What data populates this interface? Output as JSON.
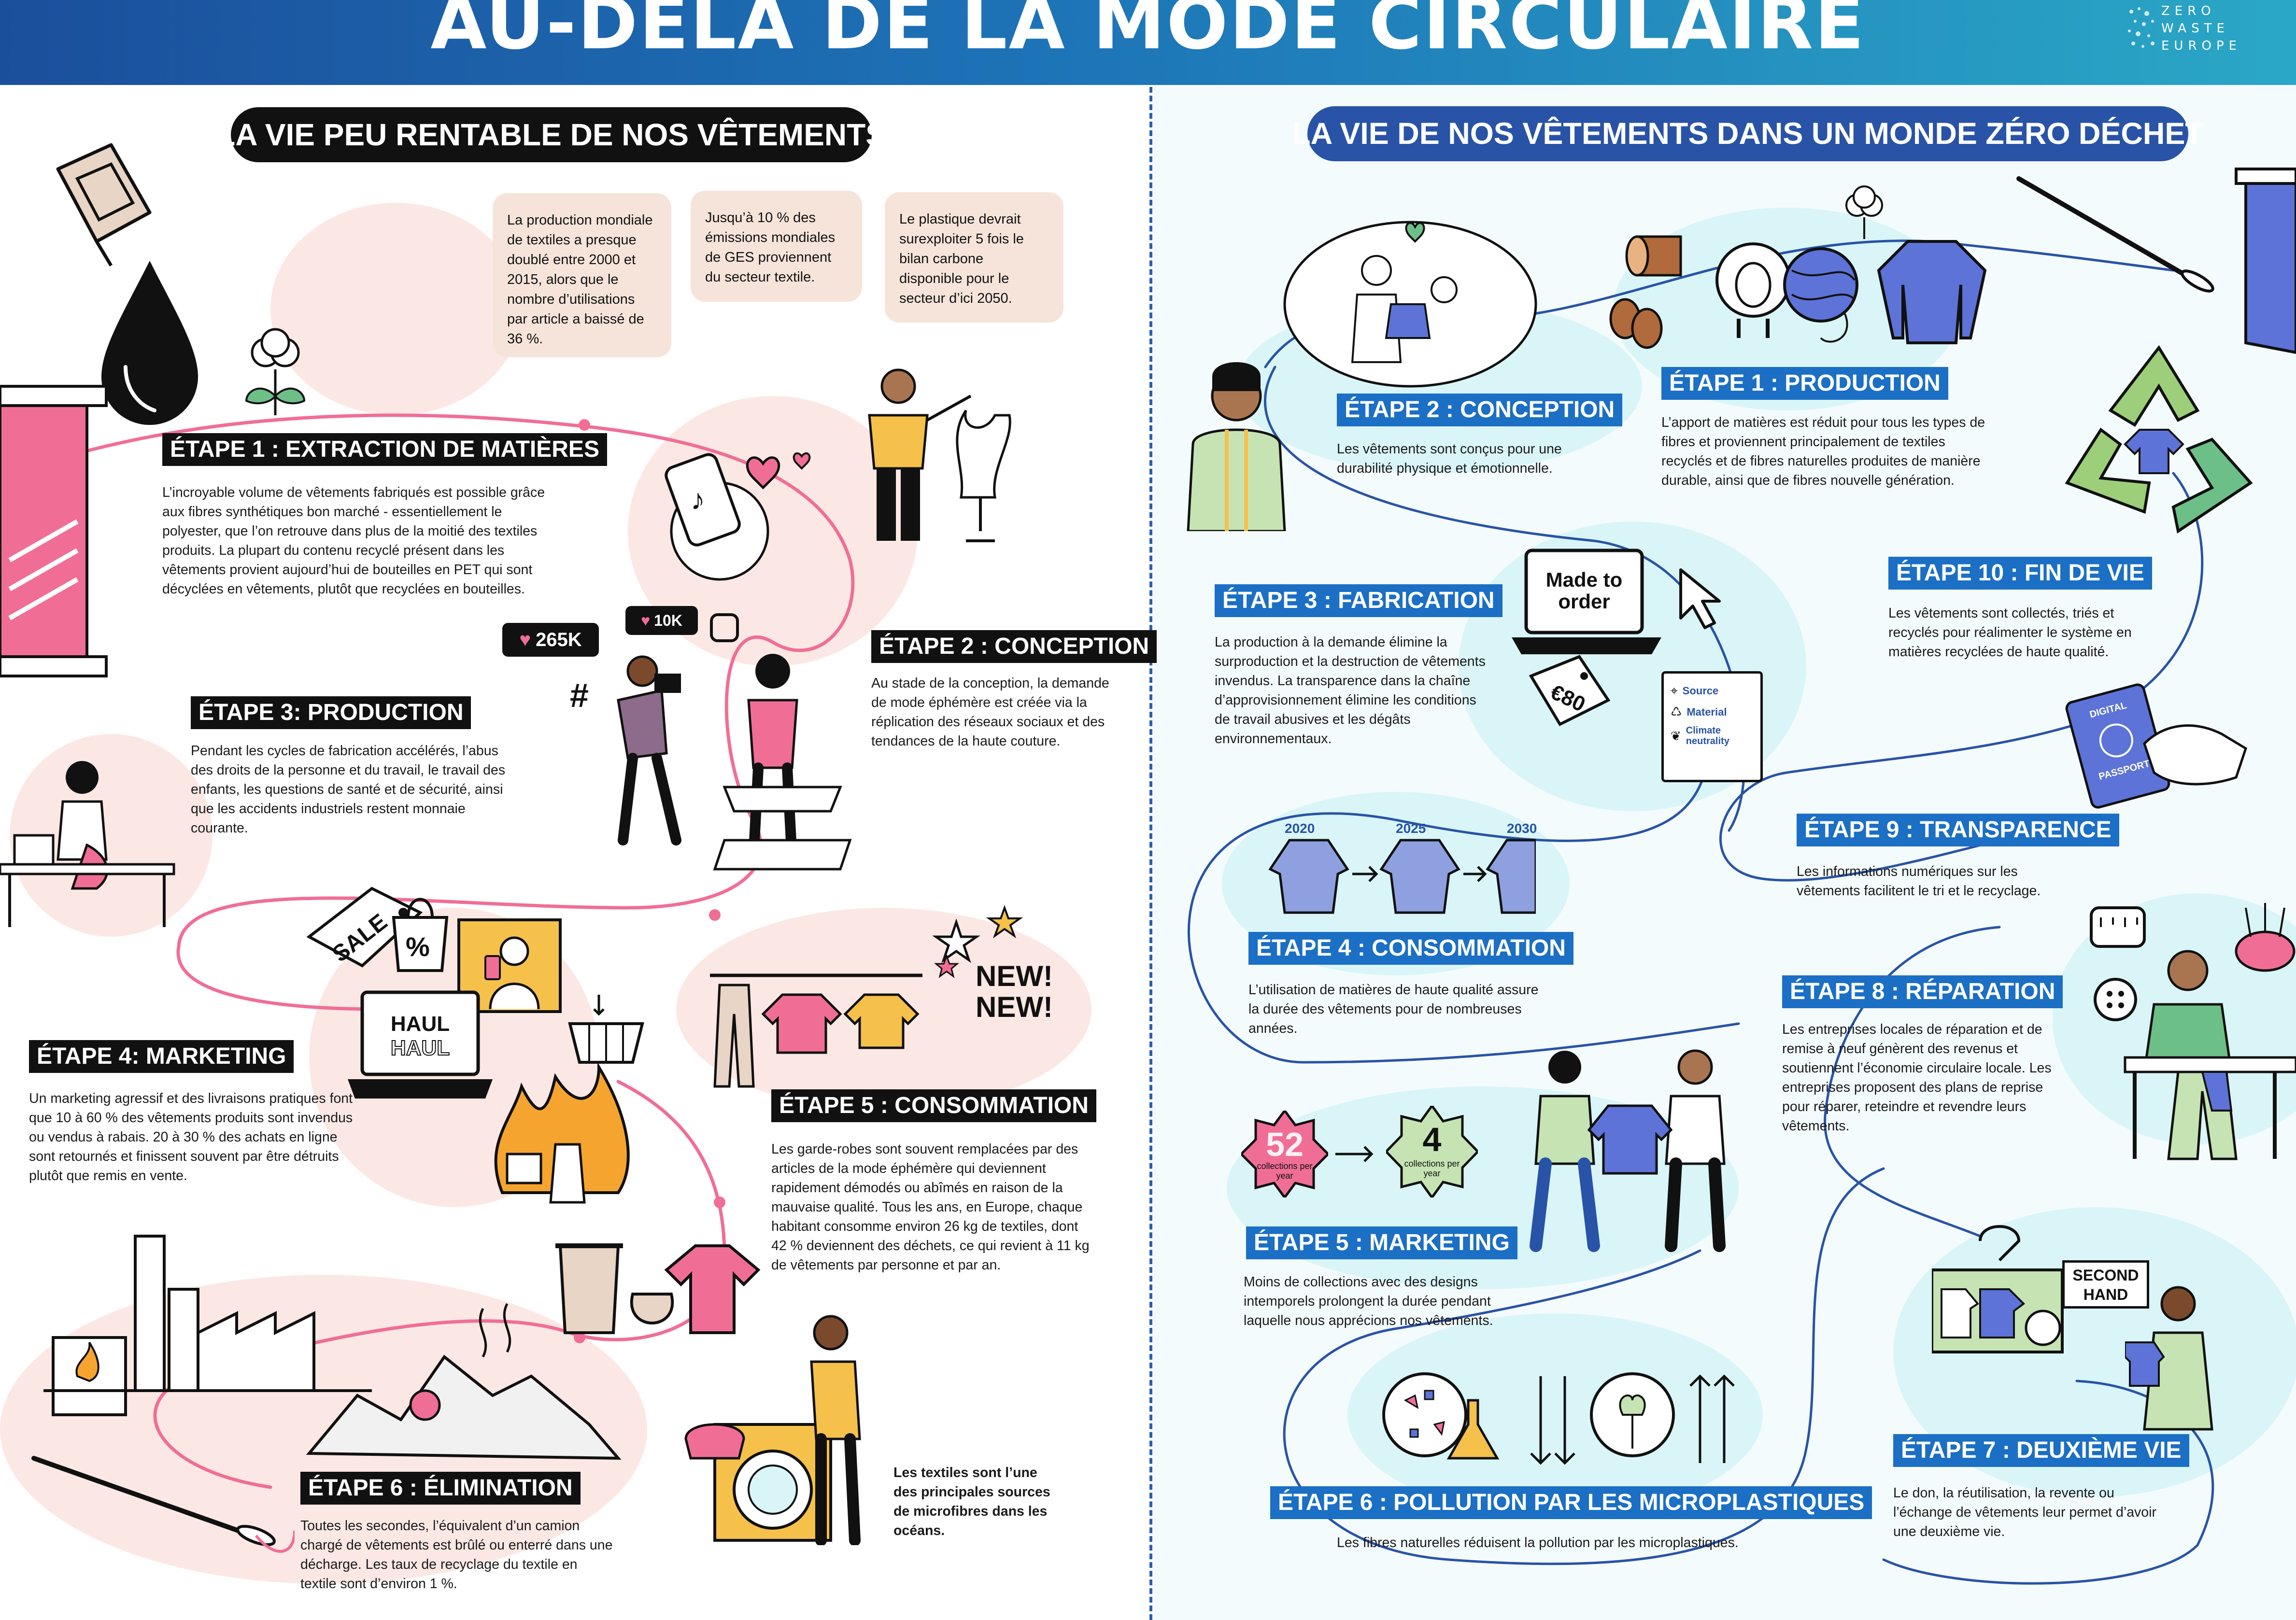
{
  "title": "AU-DELÀ DE LA MODE CIRCULAIRE",
  "logo": {
    "lines": [
      "ZERO",
      "WASTE",
      "EUROPE"
    ]
  },
  "colors": {
    "left_accent": "#f06e96",
    "right_accent": "#2853a6",
    "label_blue": "#1b6fc4",
    "banner": "#1d73b7"
  },
  "left": {
    "heading": "LA VIE PEU RENTABLE DE NOS VÊTEMENTS",
    "stats": [
      "La production mondiale de textiles a presque doublé entre 2000 et 2015, alors que le nombre d’utilisations par article a baissé de 36 %.",
      "Jusqu’à 10 % des émissions mondiales de GES proviennent du secteur textile.",
      "Le plastique devrait surexploiter 5 fois le bilan carbone disponible pour le secteur d’ici 2050."
    ],
    "stages": [
      {
        "label": "ÉTAPE 1 : EXTRACTION DE MATIÈRES",
        "text": "L’incroyable volume de vêtements fabriqués est possible grâce aux fibres synthétiques bon marché - essentiellement le polyester, que l’on retrouve dans plus de la moitié des textiles produits. La plupart du contenu recyclé présent dans les vêtements provient aujourd’hui de bouteilles en PET qui sont décyclées en vêtements, plutôt que recyclées en bouteilles."
      },
      {
        "label": "ÉTAPE 2 : CONCEPTION",
        "text": "Au stade de la conception, la demande de mode éphémère est créée via la réplication des réseaux sociaux et des tendances de la haute couture."
      },
      {
        "label": "ÉTAPE 3: PRODUCTION",
        "text": "Pendant les cycles de fabrication accélérés, l’abus des droits de la personne et du travail, le travail des enfants, les questions de santé et de sécurité, ainsi que les accidents industriels restent monnaie courante."
      },
      {
        "label": "ÉTAPE 4: MARKETING",
        "text": "Un marketing agressif et des livraisons pratiques font que 10 à 60 % des vêtements produits sont invendus ou vendus à rabais. 20 à 30 % des achats en ligne sont retournés et finissent souvent par être détruits plutôt que remis en vente."
      },
      {
        "label": "ÉTAPE 5 : CONSOMMATION",
        "text": "Les garde-robes sont souvent remplacées par des articles de la mode éphémère qui deviennent rapidement démodés ou abîmés en raison de la mauvaise qualité. Tous les ans, en Europe, chaque habitant consomme environ 26 kg de textiles, dont 42 % deviennent des déchets, ce qui revient à 11 kg de vêtements par personne et par an."
      },
      {
        "label": "ÉTAPE 6 : ÉLIMINATION",
        "text": "Toutes les secondes, l’équivalent d’un camion chargé de vêtements est brûlé ou enterré dans une décharge. Les taux de recyclage du textile en textile sont d’environ 1 %."
      }
    ],
    "microfibres": "Les textiles sont l’une des principales sources de microfibres dans les océans.",
    "social": {
      "likes": "265K",
      "likes2": "10K",
      "hashtag": "#"
    },
    "haul": "HAUL",
    "sale": "SALE",
    "percent": "%",
    "new": "NEW!"
  },
  "right": {
    "heading": "LA VIE DE NOS VÊTEMENTS DANS UN MONDE ZÉRO DÉCHET",
    "stages": [
      {
        "label": "ÉTAPE 1 : PRODUCTION",
        "text": "L’apport de matières est réduit pour tous les types de fibres et proviennent principalement de textiles recyclés et de fibres naturelles produites de manière durable, ainsi que de fibres nouvelle génération."
      },
      {
        "label": "ÉTAPE 2 : CONCEPTION",
        "text": "Les vêtements sont conçus pour une durabilité physique et émotionnelle."
      },
      {
        "label": "ÉTAPE 3 : FABRICATION",
        "text": "La production à la demande élimine la surproduction et la destruction de vêtements invendus. La transparence dans la chaîne d’approvisionnement élimine les conditions de travail abusives et les dégâts environnementaux."
      },
      {
        "label": "ÉTAPE 4 : CONSOMMATION",
        "text": "L’utilisation de matières de haute qualité assure la durée des vêtements pour de nombreuses années."
      },
      {
        "label": "ÉTAPE 5 : MARKETING",
        "text": "Moins de collections avec des designs intemporels prolongent la durée pendant laquelle nous apprécions nos vêtements."
      },
      {
        "label": "ÉTAPE 6 : POLLUTION PAR LES MICROPLASTIQUES",
        "text": "Les fibres naturelles réduisent la pollution par les microplastiques."
      },
      {
        "label": "ÉTAPE 7 : DEUXIÈME VIE",
        "text": "Le don, la réutilisation, la revente ou l’échange de vêtements leur permet d’avoir une deuxième vie."
      },
      {
        "label": "ÉTAPE 8 : RÉPARATION",
        "text": "Les entreprises locales de réparation et de remise à neuf génèrent des revenus et soutiennent l’économie circulaire locale. Les entreprises proposent des plans de reprise pour réparer, reteindre et revendre leurs vêtements."
      },
      {
        "label": "ÉTAPE 9 : TRANSPARENCE",
        "text": "Les informations numériques sur les vêtements facilitent le tri et le recyclage."
      },
      {
        "label": "ÉTAPE 10 : FIN DE VIE",
        "text": "Les vêtements sont collectés, triés et recyclés pour réalimenter le système en matières recyclées de haute qualité."
      }
    ],
    "made_to_order": [
      "Made to",
      "order"
    ],
    "price_tag": "€80",
    "passport_items": [
      "Source",
      "Material",
      "Climate neutrality"
    ],
    "years": [
      "2020",
      "2025",
      "2030"
    ],
    "collections": [
      {
        "count": "52",
        "unit": "collections per year"
      },
      {
        "count": "4",
        "unit": "collections per year"
      }
    ],
    "second_hand": [
      "SECOND",
      "HAND"
    ],
    "passport": {
      "digital": "DIGITAL",
      "passport": "PASSPORT"
    }
  }
}
